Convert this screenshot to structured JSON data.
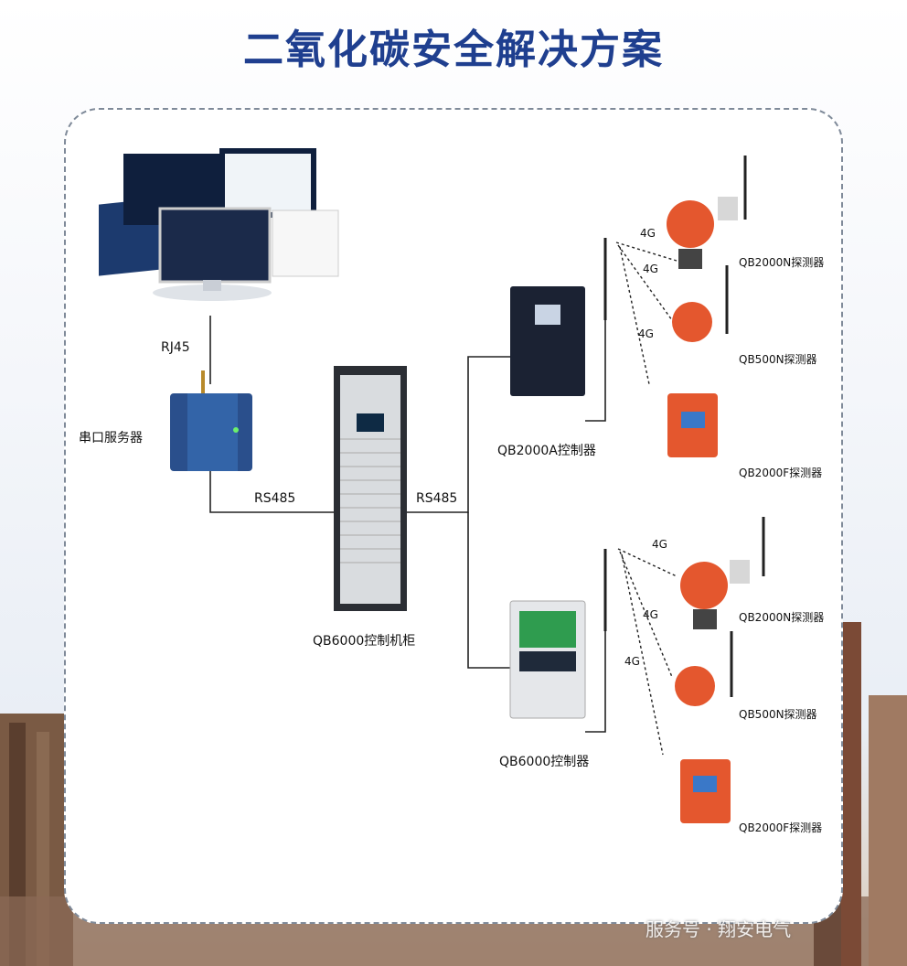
{
  "title": "二氧化碳安全解决方案",
  "labels": {
    "rj45": "RJ45",
    "serial_server": "串口服务器",
    "rs485_left": "RS485",
    "rs485_right": "RS485",
    "cabinet": "QB6000控制机柜",
    "controller_a": "QB2000A控制器",
    "controller_b": "QB6000控制器",
    "det1": "QB2000N探测器",
    "det2": "QB500N探测器",
    "det3": "QB2000F探测器",
    "det4": "QB2000N探测器",
    "det5": "QB500N探测器",
    "det6": "QB2000F探测器",
    "g1": "4G",
    "g2": "4G",
    "g3": "4G",
    "g4": "4G",
    "g5": "4G",
    "g6": "4G"
  },
  "watermark": "服务号 · 翔安电气",
  "colors": {
    "title": "#1f3f8f",
    "detector": "#e4572e",
    "device_dark": "#1b2233",
    "line": "#222222"
  }
}
